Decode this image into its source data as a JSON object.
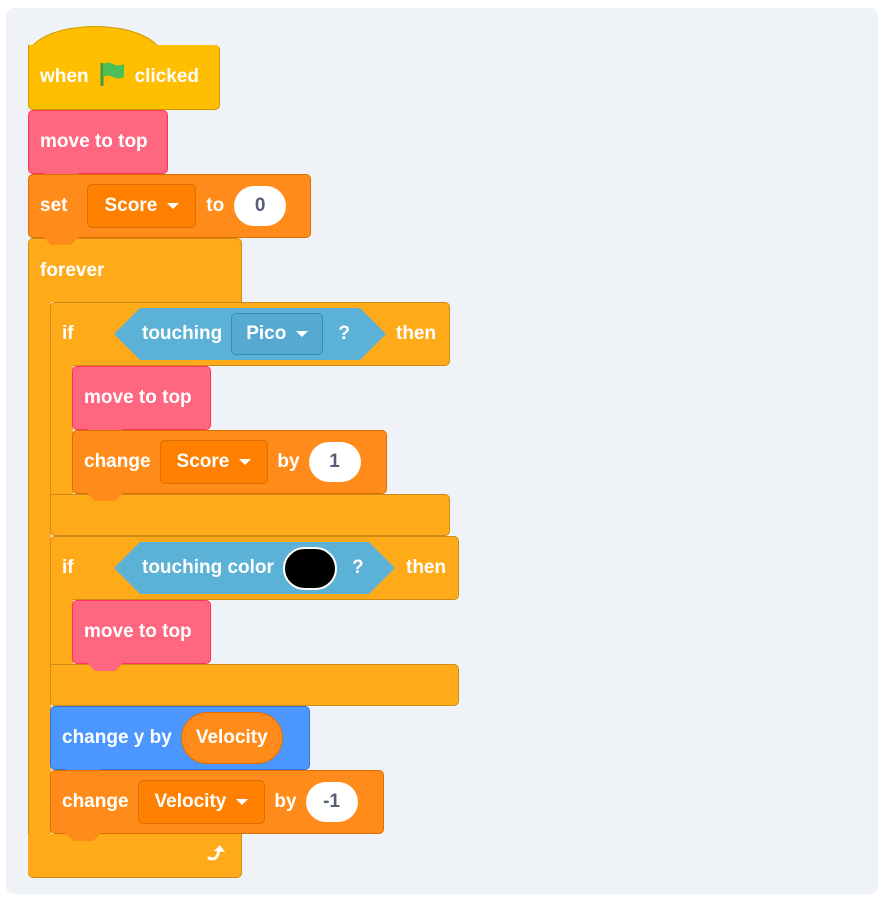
{
  "script": {
    "hat": {
      "when": "when",
      "clicked": "clicked",
      "flag_color": "#4cbf56"
    },
    "move1": "move to top",
    "set": {
      "label": "set",
      "variable": "Score",
      "to": "to",
      "value": "0"
    },
    "forever": "forever",
    "if1": {
      "if": "if",
      "touching": "touching",
      "target": "Pico",
      "q": "?",
      "then": "then"
    },
    "move2": "move to top",
    "change1": {
      "label": "change",
      "variable": "Score",
      "by": "by",
      "value": "1"
    },
    "if2": {
      "if": "if",
      "touching": "touching color",
      "color": "#000000",
      "q": "?",
      "then": "then"
    },
    "move3": "move to top",
    "changey": {
      "label": "change y by",
      "reporter": "Velocity"
    },
    "change2": {
      "label": "change",
      "variable": "Velocity",
      "by": "by",
      "value": "-1"
    }
  }
}
